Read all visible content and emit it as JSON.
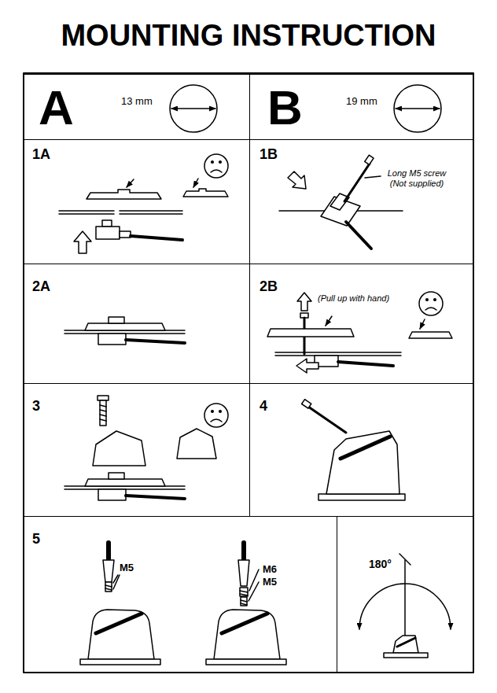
{
  "diagram": {
    "title": "MOUNTING INSTRUCTION",
    "nodes": [
      {
        "text": [
          "A",
          "13 mm"
        ]
      },
      {
        "text": [
          "B",
          "19 mm"
        ]
      },
      {
        "text": [
          "1A"
        ]
      },
      {
        "text": [
          "1B",
          "Long M5 screw (Not supplied)"
        ]
      },
      {
        "text": [
          "2A"
        ]
      },
      {
        "text": [
          "2B",
          "(Pull up with hand)"
        ]
      },
      {
        "text": [
          "3"
        ]
      },
      {
        "text": [
          "4"
        ]
      },
      {
        "text": [
          "5",
          "M5",
          "M6",
          "M5"
        ]
      },
      {
        "text": [
          "180°"
        ]
      }
    ]
  }
}
